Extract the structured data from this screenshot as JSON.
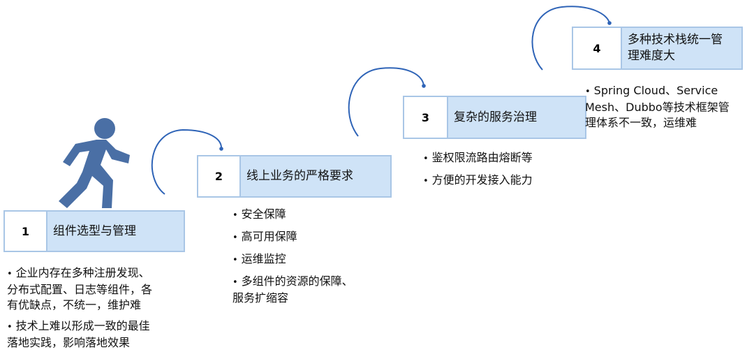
{
  "steps": [
    {
      "number": "1",
      "title": "组件选型与管理",
      "bullets": [
        [
          "企业内存在多种注册发现、",
          "分布式配置、日志等组件，各",
          "有优缺点，不统一，维护难"
        ],
        [
          "技术上难以形成一致的最佳",
          "落地实践，影响落地效果"
        ]
      ]
    },
    {
      "number": "2",
      "title": "线上业务的严格要求",
      "bullets": [
        [
          "安全保障"
        ],
        [
          "高可用保障"
        ],
        [
          "运维监控"
        ],
        [
          "多组件的资源的保障、",
          "服务扩缩容"
        ]
      ]
    },
    {
      "number": "3",
      "title": "复杂的服务治理",
      "bullets": [
        [
          "鉴权限流路由熔断等"
        ],
        [
          "方便的开发接入能力"
        ]
      ]
    },
    {
      "number": "4",
      "title_lines": [
        "多种技术栈统一管",
        "理难度大"
      ],
      "bullets": [
        [
          "Spring Cloud、Service",
          "Mesh、Dubbo等技术框架管",
          "理体系不一致，运维难"
        ]
      ]
    }
  ],
  "bullet_symbol": "•",
  "icons": {
    "runner": "walking-person-icon",
    "arrows": "curved-step-arrow-icon"
  },
  "colors": {
    "label_fill": "#cfe3f7",
    "border": "#a9c6e6",
    "arrow": "#2f64b7",
    "runner": "#4a6fa5"
  }
}
